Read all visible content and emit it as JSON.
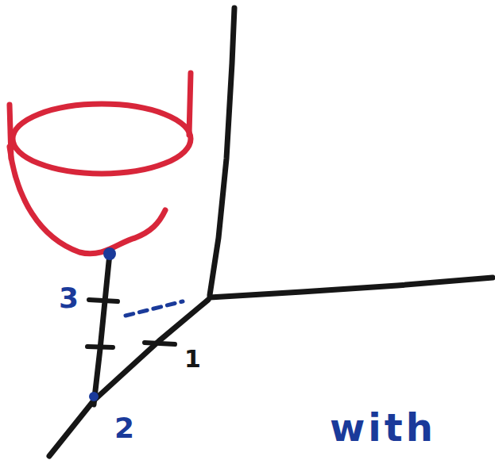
{
  "diagram": {
    "labels": [
      "3",
      "1",
      "2",
      "with"
    ]
  }
}
